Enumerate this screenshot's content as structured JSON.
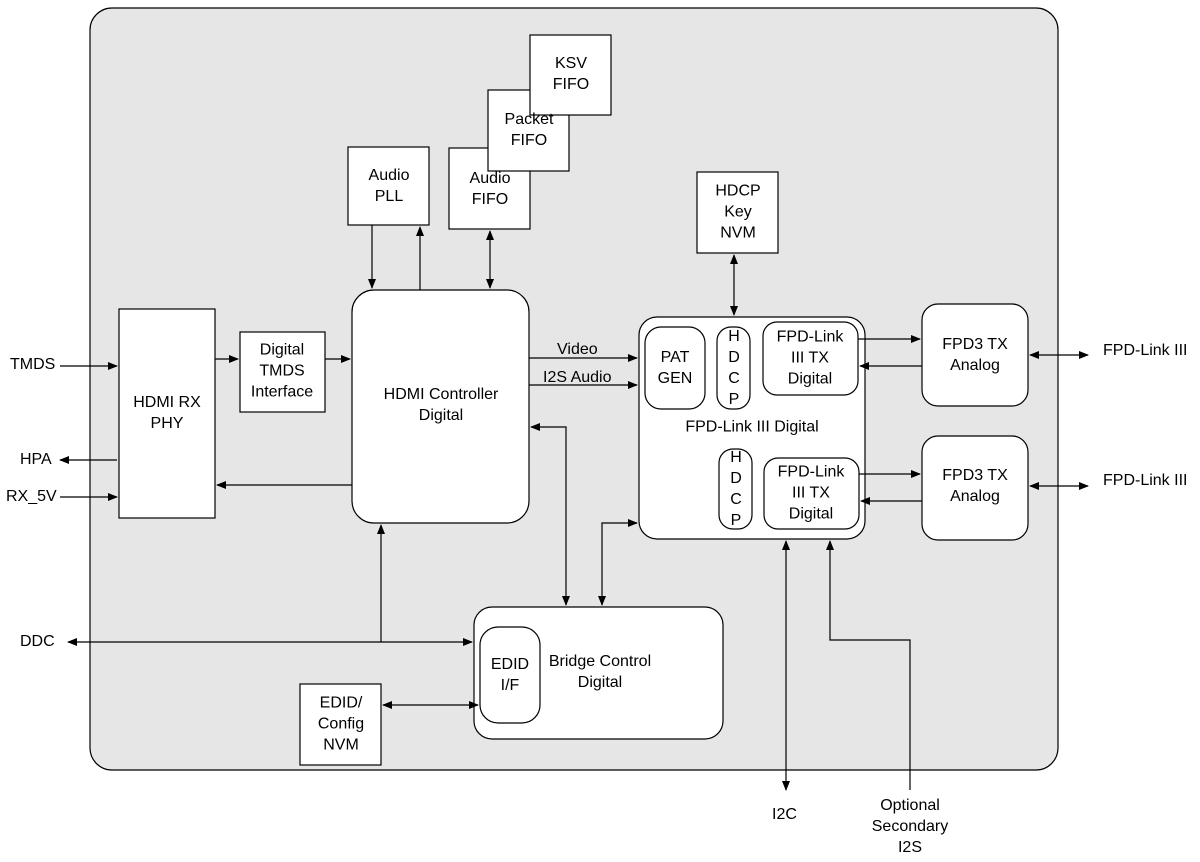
{
  "external": {
    "tmds": "TMDS",
    "hpa": "HPA",
    "rx_5v": "RX_5V",
    "ddc": "DDC",
    "fpd_link_1": "FPD-Link III",
    "fpd_link_2": "FPD-Link III",
    "i2c": "I2C",
    "optional_i2s": "Optional\nSecondary\nI2S"
  },
  "blocks": {
    "hdmi_rx_phy": "HDMI RX\nPHY",
    "digital_tmds": "Digital\nTMDS\nInterface",
    "hdmi_controller": "HDMI Controller\nDigital",
    "audio_pll": "Audio\nPLL",
    "audio_fifo": "Audio\nFIFO",
    "packet_fifo": "Packet\nFIFO",
    "ksv_fifo": "KSV\nFIFO",
    "hdcp_key_nvm": "HDCP\nKey\nNVM",
    "fpd_digital": "FPD-Link III Digital",
    "pat_gen": "PAT\nGEN",
    "hdcp_1": "H\nD\nC\nP",
    "hdcp_2": "H\nD\nC\nP",
    "fpd_tx_1": "FPD-Link\nIII TX\nDigital",
    "fpd_tx_2": "FPD-Link\nIII TX\nDigital",
    "fpd3_analog_1": "FPD3 TX\nAnalog",
    "fpd3_analog_2": "FPD3 TX\nAnalog",
    "bridge_control": "Bridge Control\nDigital",
    "edid_if": "EDID\nI/F",
    "edid_nvm": "EDID/\nConfig\nNVM"
  },
  "signals": {
    "video": "Video",
    "i2s_audio": "I2S Audio"
  }
}
